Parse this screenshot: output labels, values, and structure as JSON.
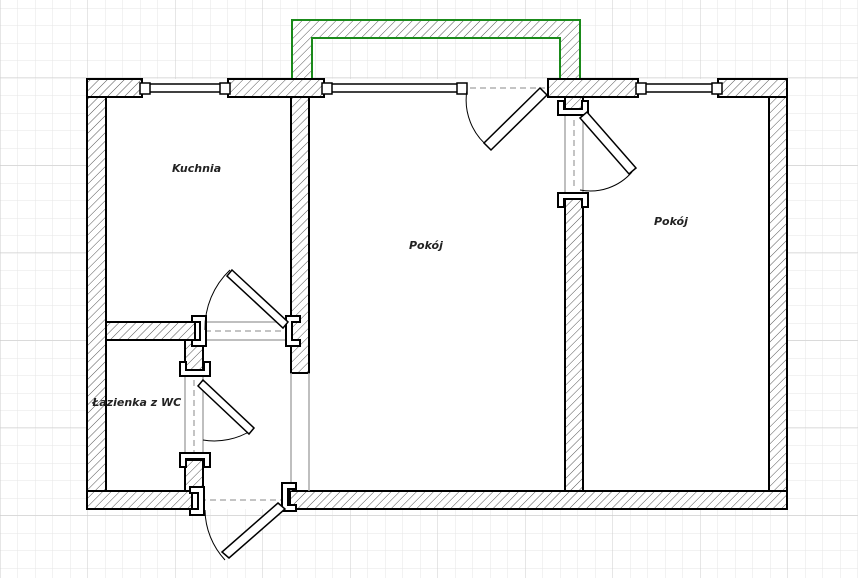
{
  "plan": {
    "rooms": [
      {
        "id": "kitchen",
        "label": "Kuchnia"
      },
      {
        "id": "room-middle",
        "label": "Pokój"
      },
      {
        "id": "room-right",
        "label": "Pokój"
      },
      {
        "id": "bathroom",
        "label": "Łazienka z WC"
      }
    ],
    "colors": {
      "wall": "#000000",
      "balcony_outline": "#1a8a1a",
      "grid_minor": "#e4e4e4",
      "grid_major": "#cfcfcf"
    }
  }
}
